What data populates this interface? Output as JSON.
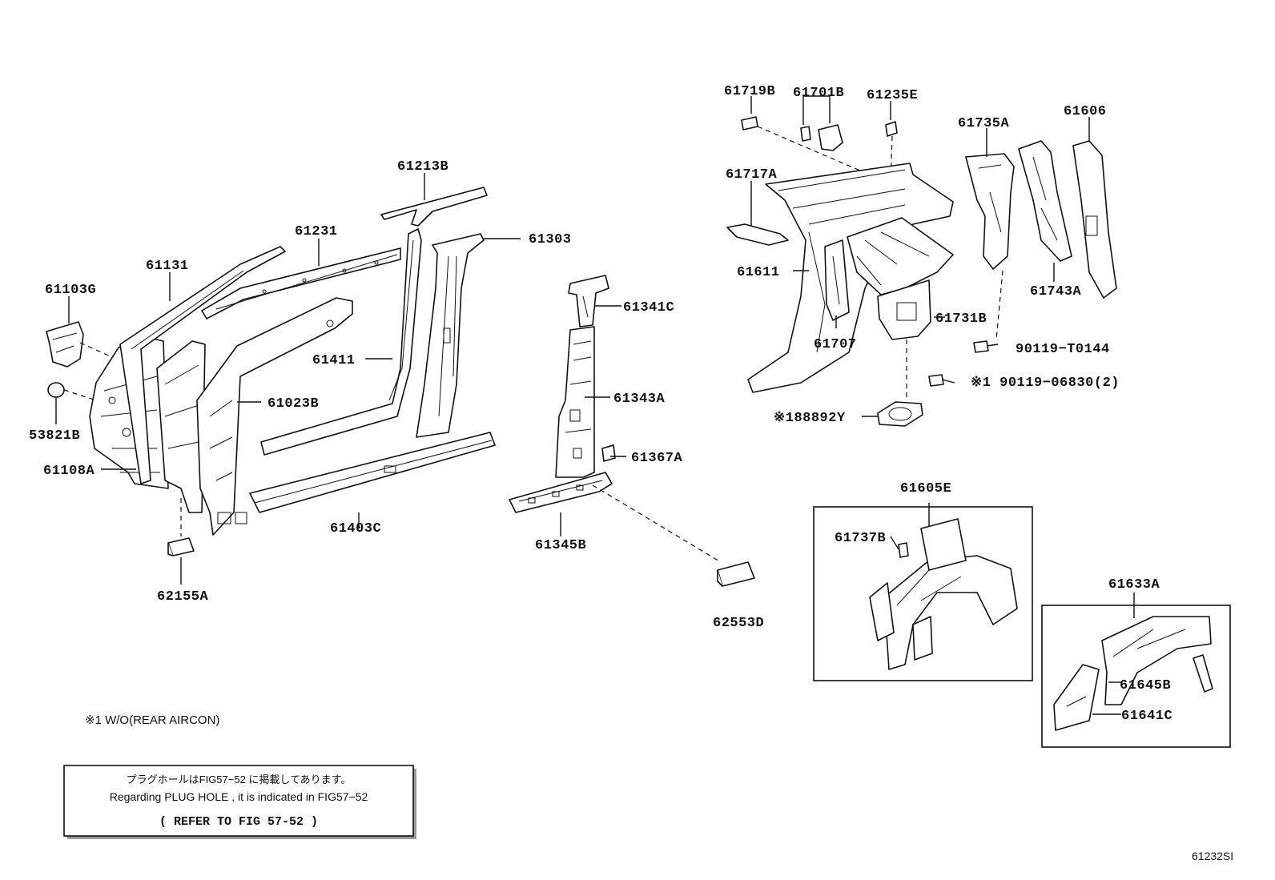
{
  "labels": {
    "p61103G": "61103G",
    "p61131": "61131",
    "p61231": "61231",
    "p61213B": "61213B",
    "p61303": "61303",
    "p61411": "61411",
    "p61023B": "61023B",
    "p53821B": "53821B",
    "p61108A": "61108A",
    "p61403C": "61403C",
    "p62155A": "62155A",
    "p61341C": "61341C",
    "p61343A": "61343A",
    "p61367A": "61367A",
    "p61345B": "61345B",
    "p62553D": "62553D",
    "p61719B": "61719B",
    "p61701B": "61701B",
    "p61235E": "61235E",
    "p61735A": "61735A",
    "p61606": "61606",
    "p61717A": "61717A",
    "p61611": "61611",
    "p61743A": "61743A",
    "p61731B": "61731B",
    "p61707": "61707",
    "p90119T0144": "90119−T0144",
    "p9011906830": "※1 90119−06830(2)",
    "p188892Y": "※188892Y",
    "p61605E": "61605E",
    "p61737B": "61737B",
    "p61633A": "61633A",
    "p61645B": "61645B",
    "p61641C": "61641C"
  },
  "footnote": "※1  W/O(REAR AIRCON)",
  "notice": {
    "line_jp": "プラグホールはFIG57−52 に掲載してあります。",
    "line_en": "Regarding  PLUG HOLE , it is  indicated  in  FIG57−52",
    "line_ref": "(  REFER TO FIG 57-52  )"
  },
  "figure_id": "61232SI"
}
